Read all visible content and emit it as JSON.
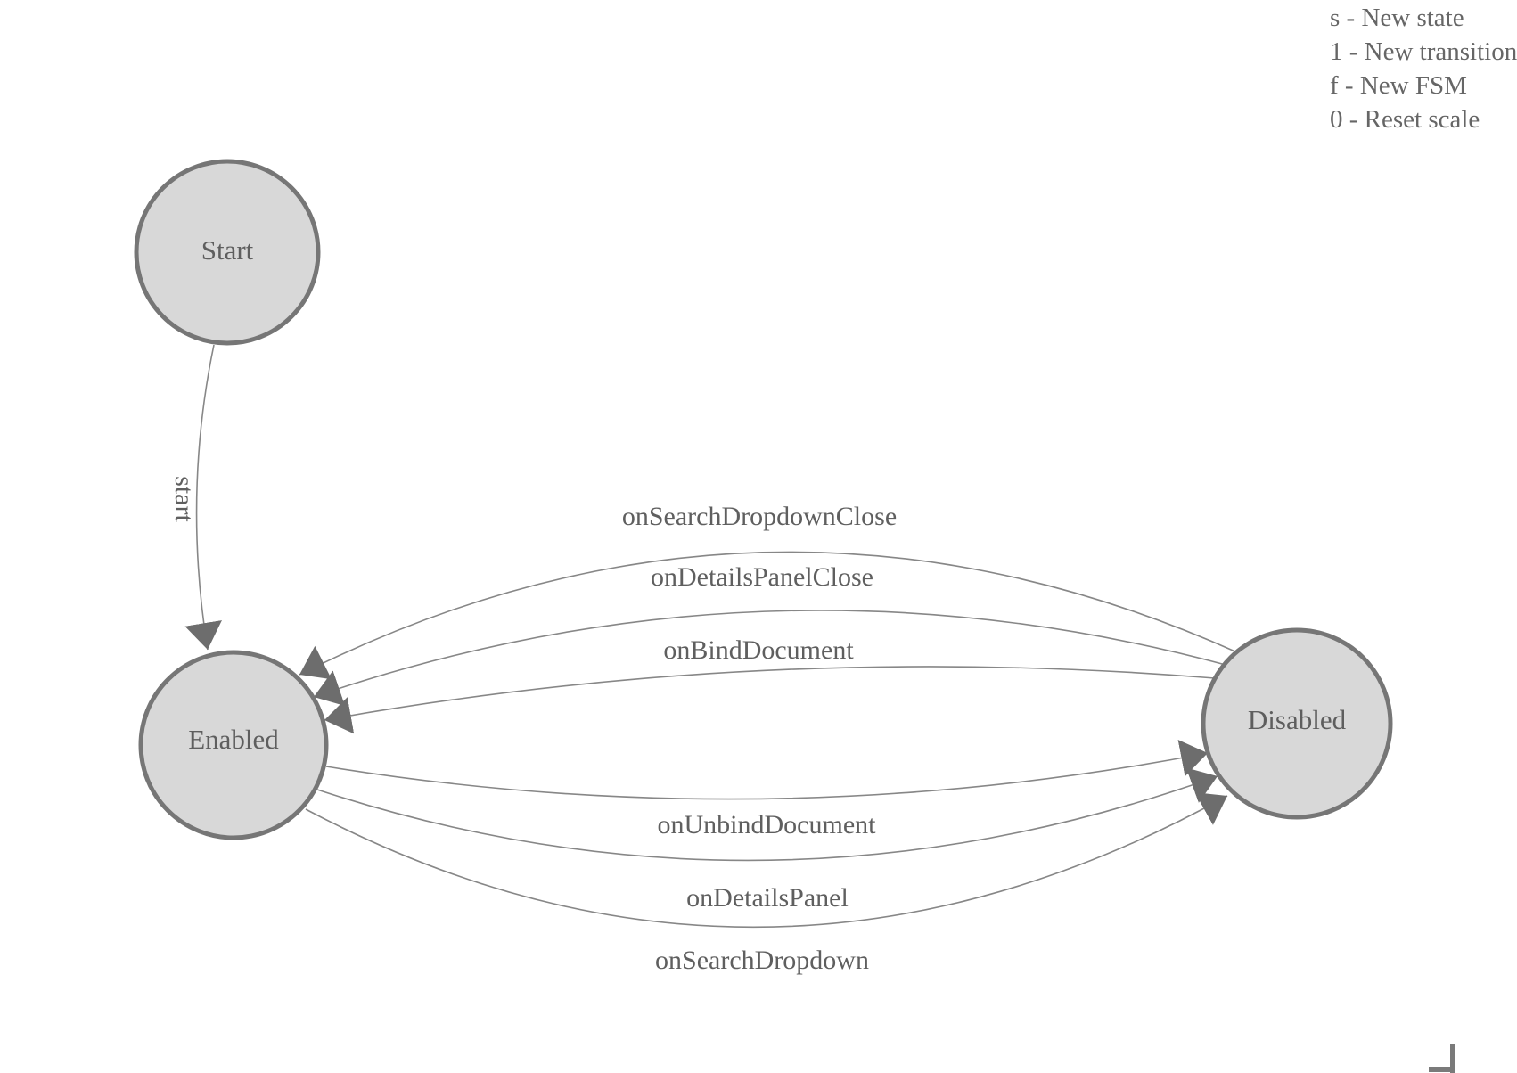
{
  "diagram": {
    "nodes": [
      {
        "id": "start",
        "label": "Start"
      },
      {
        "id": "enabled",
        "label": "Enabled"
      },
      {
        "id": "disabled",
        "label": "Disabled"
      }
    ],
    "edges": [
      {
        "from": "start",
        "to": "enabled",
        "label": "start"
      },
      {
        "from": "disabled",
        "to": "enabled",
        "label": "onSearchDropdownClose"
      },
      {
        "from": "disabled",
        "to": "enabled",
        "label": "onDetailsPanelClose"
      },
      {
        "from": "disabled",
        "to": "enabled",
        "label": "onBindDocument"
      },
      {
        "from": "enabled",
        "to": "disabled",
        "label": "onUnbindDocument"
      },
      {
        "from": "enabled",
        "to": "disabled",
        "label": "onDetailsPanel"
      },
      {
        "from": "enabled",
        "to": "disabled",
        "label": "onSearchDropdown"
      }
    ]
  },
  "legend": {
    "items": [
      "s - New state",
      "1 - New transition",
      "f - New FSM",
      "0 - Reset scale"
    ]
  },
  "colors": {
    "background": "#ffffff",
    "node_fill": "#d8d8d8",
    "node_stroke": "#767676",
    "node_text": "#5e5e5e",
    "edge_stroke": "#878787",
    "arrow_fill": "#6d6d6d",
    "edge_label_text": "#5f5f5f",
    "legend_text": "#666666",
    "corner_bracket": "#7a7a7a"
  }
}
